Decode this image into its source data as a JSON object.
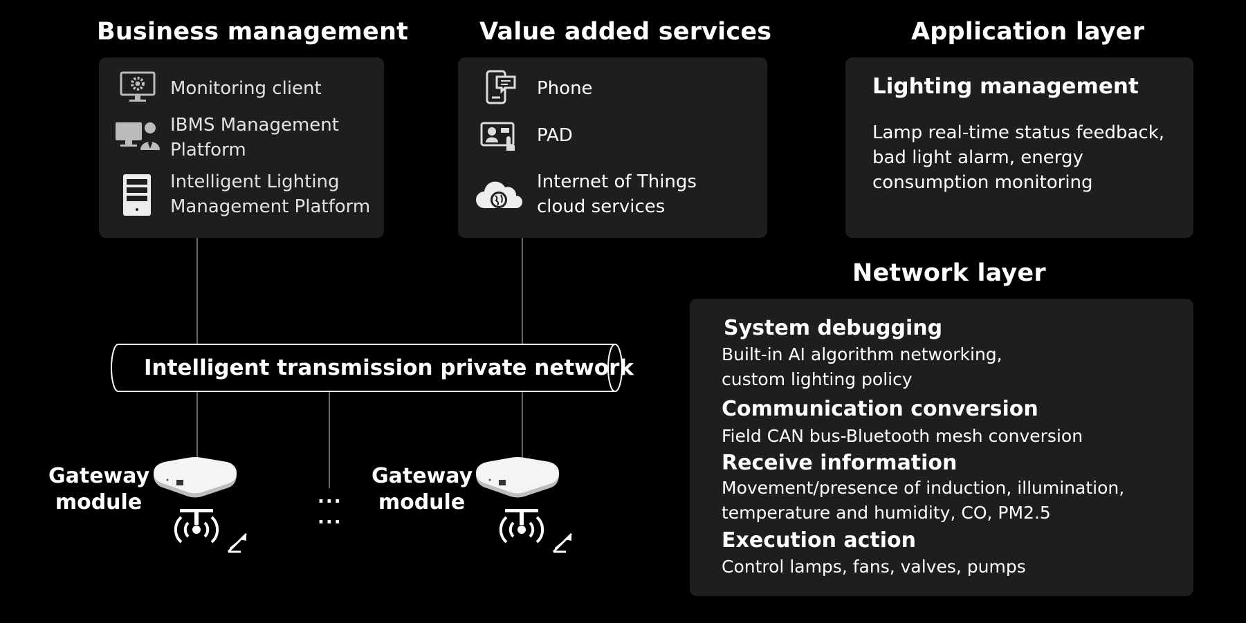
{
  "business": {
    "heading": "Business management",
    "items": [
      {
        "icon": "monitor-gear-icon",
        "label": "Monitoring client"
      },
      {
        "icon": "computer-user-icon",
        "label_lines": [
          "IBMS Management",
          "Platform"
        ]
      },
      {
        "icon": "server-tower-icon",
        "label_lines": [
          "Intelligent Lighting",
          "Management Platform"
        ]
      }
    ]
  },
  "value_added": {
    "heading": "Value added services",
    "items": [
      {
        "icon": "phone-chat-icon",
        "label": "Phone"
      },
      {
        "icon": "pad-touch-icon",
        "label": "PAD"
      },
      {
        "icon": "cloud-globe-icon",
        "label_lines": [
          "Internet of Things",
          "cloud services"
        ]
      }
    ]
  },
  "application": {
    "heading": "Application layer",
    "title": "Lighting management",
    "text_lines": [
      "Lamp real-time status feedback,",
      "bad light alarm, energy",
      "consumption monitoring"
    ]
  },
  "network": {
    "heading": "Network layer",
    "sections": [
      {
        "title": "System debugging",
        "lines": [
          "Built-in AI algorithm networking,",
          "custom lighting policy"
        ]
      },
      {
        "title": "Communication conversion",
        "lines": [
          "Field CAN bus-Bluetooth mesh conversion"
        ]
      },
      {
        "title": "Receive information",
        "lines": [
          "Movement/presence of induction, illumination,",
          "temperature and humidity, CO, PM2.5"
        ]
      },
      {
        "title": "Execution action",
        "lines": [
          "Control lamps, fans, valves, pumps"
        ]
      }
    ]
  },
  "transmission": {
    "label": "Intelligent transmission private network"
  },
  "gateways": [
    {
      "label_lines": [
        "Gateway",
        "module"
      ]
    },
    {
      "label_lines": [
        "Gateway",
        "module"
      ]
    }
  ],
  "ellipsis": [
    "...",
    "..."
  ],
  "colors": {
    "background": "#000000",
    "panel": "#1e1e1e",
    "text": "#ffffff",
    "line": "#9a9a9a"
  }
}
